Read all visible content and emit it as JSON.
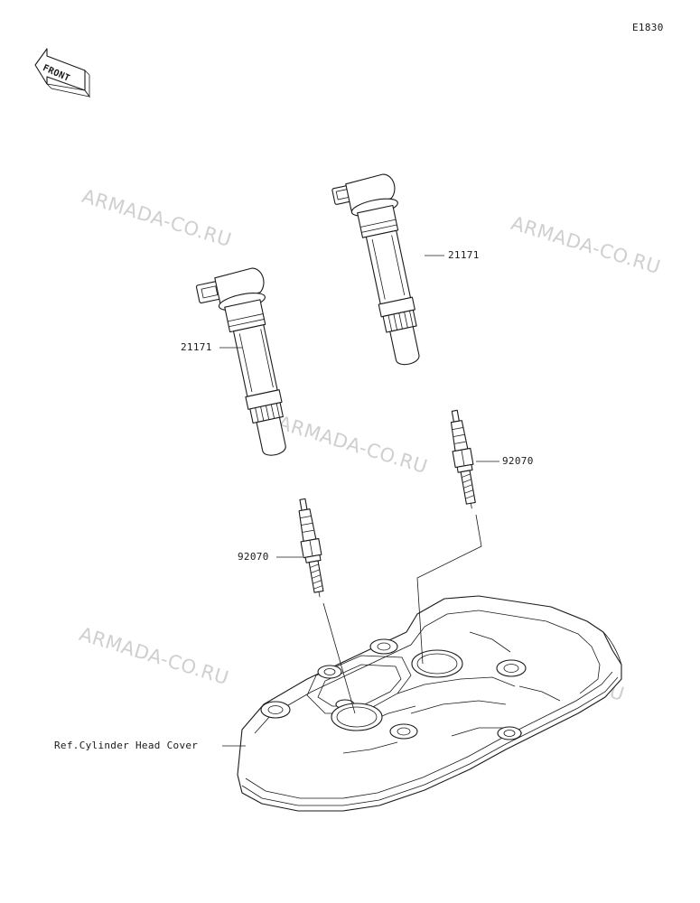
{
  "diagram": {
    "code": "E1830",
    "front_arrow_label": "FRONT",
    "watermark_text": "ARMADA-CO.RU",
    "parts": [
      {
        "number": "21171"
      },
      {
        "number": "21171"
      },
      {
        "number": "92070"
      },
      {
        "number": "92070"
      }
    ],
    "reference_label": "Ref.Cylinder Head Cover"
  }
}
